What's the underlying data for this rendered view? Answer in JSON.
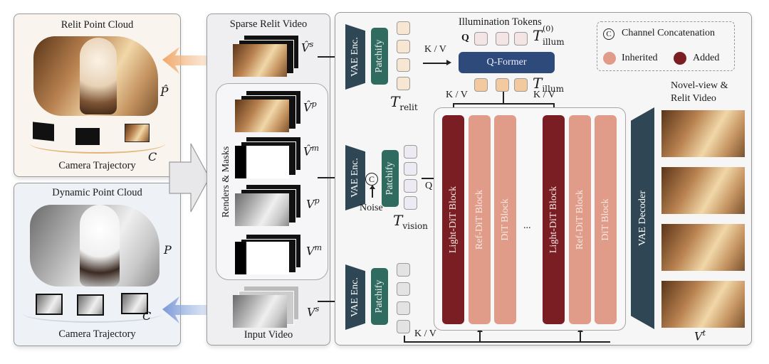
{
  "left_panels": {
    "relit_point_cloud": {
      "title": "Relit Point Cloud",
      "symbol": "P̂",
      "camera_symbol": "C",
      "caption": "Camera Trajectory"
    },
    "dynamic_point_cloud": {
      "title": "Dynamic Point Cloud",
      "symbol": "P",
      "camera_symbol": "C",
      "caption": "Camera Trajectory"
    }
  },
  "middle_panel": {
    "sparse_relit_video": {
      "title": "Sparse Relit Video",
      "symbol": "V̂",
      "sup": "s"
    },
    "renders_masks": {
      "label": "Renders & Masks",
      "items": [
        {
          "symbol": "V̂",
          "sup": "p"
        },
        {
          "symbol": "V̂",
          "sup": "m"
        },
        {
          "symbol": "V",
          "sup": "p"
        },
        {
          "symbol": "V",
          "sup": "m"
        }
      ]
    },
    "input_video": {
      "title": "Input Video",
      "symbol": "V",
      "sup": "s"
    }
  },
  "main_panel": {
    "vae_enc_label": "VAE Enc.",
    "patchify_label": "Patchify",
    "illumination_tokens_title": "Illumination Tokens",
    "q_label": "Q",
    "kv_label": "K / V",
    "qformer_label": "Q-Former",
    "t_illum0": {
      "base": "T",
      "sub": "illum",
      "sup": "(0)"
    },
    "t_illum": {
      "base": "T",
      "sub": "illum"
    },
    "t_relit": {
      "base": "T",
      "sub": "relit"
    },
    "t_vision": {
      "base": "T",
      "sub": "vision"
    },
    "concat_symbol": "C",
    "noise_label": "Noise",
    "blocks": [
      {
        "label": "Light-DiT Block",
        "type": "added"
      },
      {
        "label": "Ref-DiT Block",
        "type": "inherited"
      },
      {
        "label": "DiT Block",
        "type": "inherited"
      },
      {
        "label": "Light-DiT Block",
        "type": "added"
      },
      {
        "label": "Ref-DiT Block",
        "type": "inherited"
      },
      {
        "label": "DiT Block",
        "type": "inherited"
      }
    ],
    "ellipsis": "...",
    "vae_decoder_label": "VAE Decoder",
    "output_title_line1": "Novel-view &",
    "output_title_line2": "Relit Video",
    "output_symbol": "V",
    "output_sup": "t"
  },
  "legend": {
    "concat_symbol": "C",
    "concat_label": "Channel Concatenation",
    "inherited_label": "Inherited",
    "added_label": "Added",
    "colors": {
      "inherited": "#e09c88",
      "added": "#7b1e24"
    }
  },
  "colors": {
    "vae": "#2f4654",
    "patchify": "#2f6b5e",
    "qformer": "#2e4a7a",
    "relit_panel_bg": "#faf4ef",
    "dynamic_panel_bg": "#eef2f7"
  }
}
